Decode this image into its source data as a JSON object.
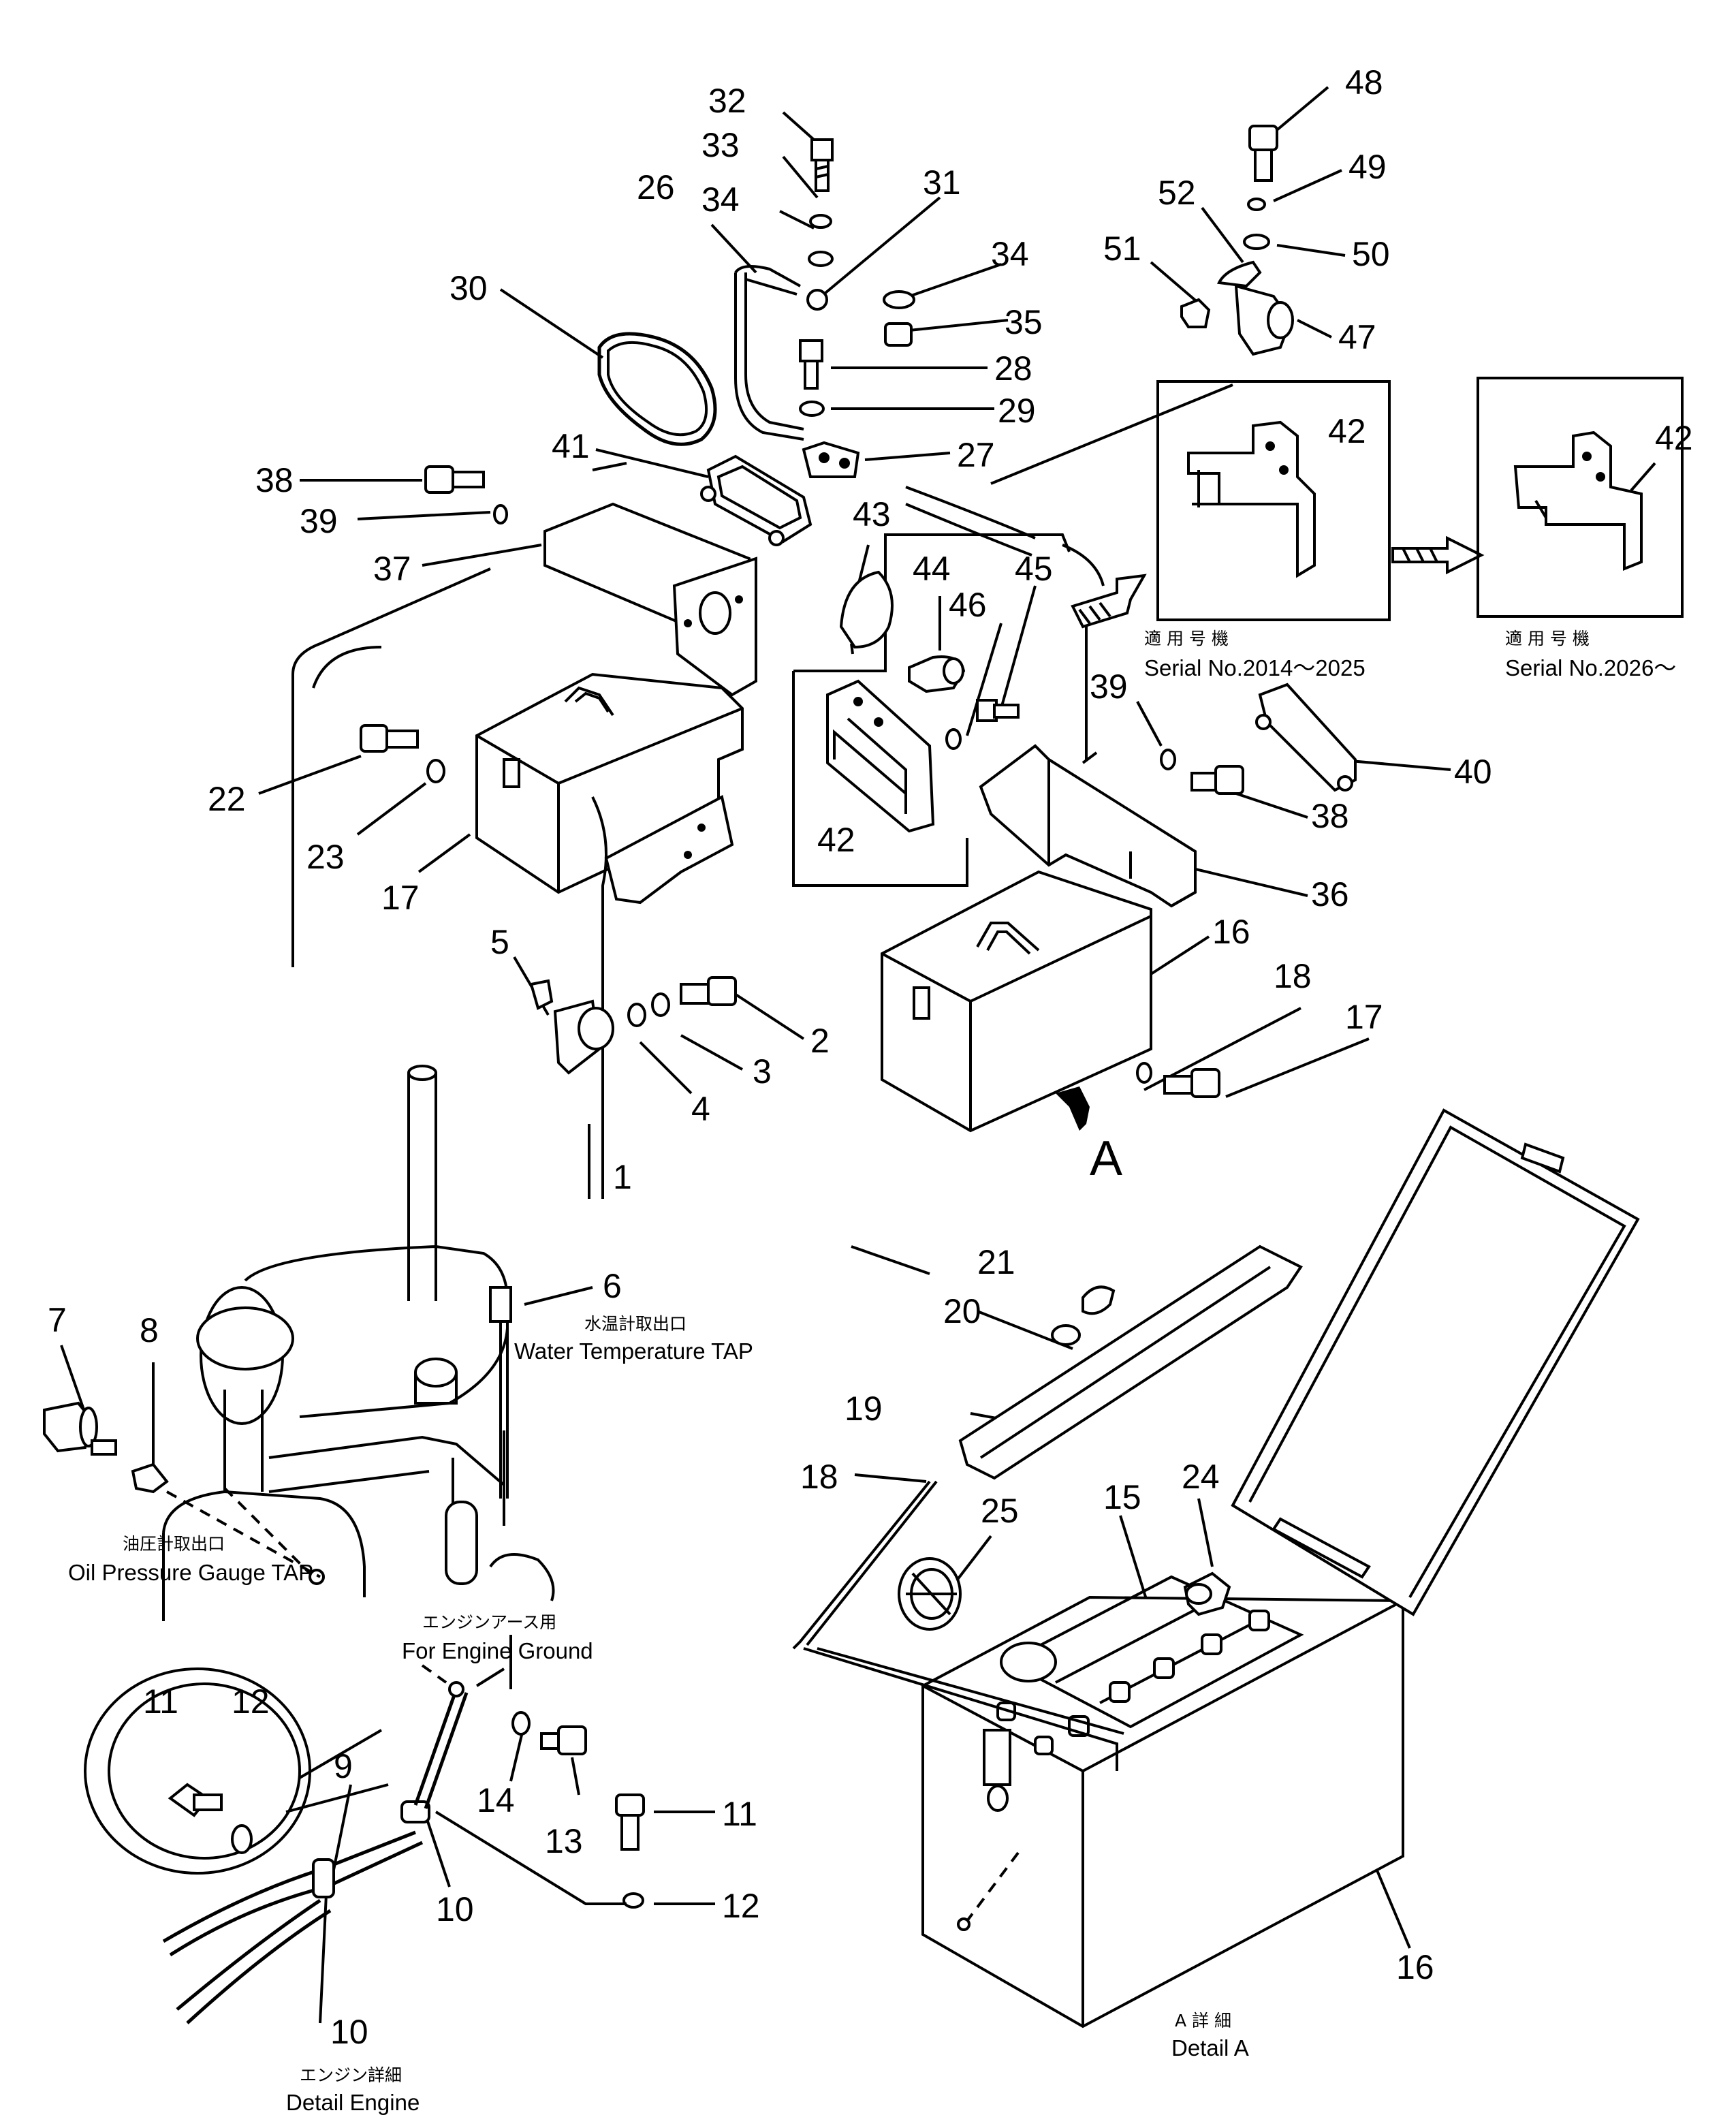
{
  "part_numbers": {
    "n1": "1",
    "n2": "2",
    "n3": "3",
    "n4": "4",
    "n5": "5",
    "n6": "6",
    "n7": "7",
    "n8": "8",
    "n9": "9",
    "n10a": "10",
    "n10b": "10",
    "n11a": "11",
    "n11b": "11",
    "n12a": "12",
    "n12b": "12",
    "n13": "13",
    "n14": "14",
    "n15": "15",
    "n16a": "16",
    "n16b": "16",
    "n17a": "17",
    "n17b": "17",
    "n18a": "18",
    "n18b": "18",
    "n19": "19",
    "n20": "20",
    "n21": "21",
    "n22": "22",
    "n23": "23",
    "n24": "24",
    "n25": "25",
    "n26": "26",
    "n27": "27",
    "n28": "28",
    "n29": "29",
    "n30": "30",
    "n31": "31",
    "n32": "32",
    "n33": "33",
    "n34a": "34",
    "n34b": "34",
    "n35": "35",
    "n36": "36",
    "n37": "37",
    "n38a": "38",
    "n38b": "38",
    "n39a": "39",
    "n39b": "39",
    "n40": "40",
    "n41": "41",
    "n42a": "42",
    "n42b": "42",
    "n42c": "42",
    "n43": "43",
    "n44": "44",
    "n45": "45",
    "n46": "46",
    "n47": "47",
    "n48": "48",
    "n49": "49",
    "n50": "50",
    "n51": "51",
    "n52": "52"
  },
  "captions": {
    "serial_a_jp": "適 用 号 機",
    "serial_a": "Serial No.2014～2025",
    "serial_b_jp": "適 用 号 機",
    "serial_b": "Serial No.2026～",
    "water_jp": "水温計取出口",
    "water": "Water Temperature TAP",
    "oil_jp": "油圧計取出口",
    "oil": "Oil Pressure Gauge TAP",
    "ground_jp": "エンジンアース用",
    "ground": "For Engine Ground",
    "detail_a_jp": "A 詳 細",
    "detail_a": "Detail A",
    "detail_engine_jp": "エンジン詳細",
    "detail_engine": "Detail Engine",
    "view_arrow_letter": "A"
  }
}
